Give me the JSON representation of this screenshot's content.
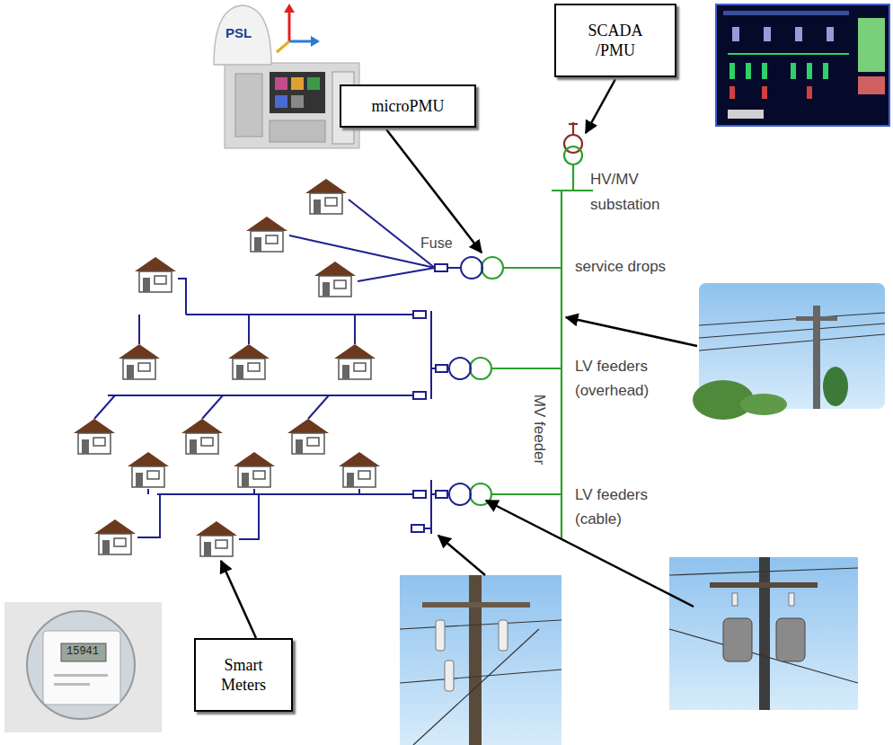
{
  "diagram": {
    "nodes": [
      {
        "text": [
          "microPMU"
        ]
      },
      {
        "text": [
          "SCADA /PMU"
        ]
      },
      {
        "text": [
          "Smart Meters"
        ]
      }
    ],
    "labels": [
      "PSL",
      "15941",
      "HV/MV substation",
      "Fuse",
      "service drops",
      "LV feeders (overhead)",
      "MV feeder",
      "LV feeders (cable)"
    ]
  }
}
